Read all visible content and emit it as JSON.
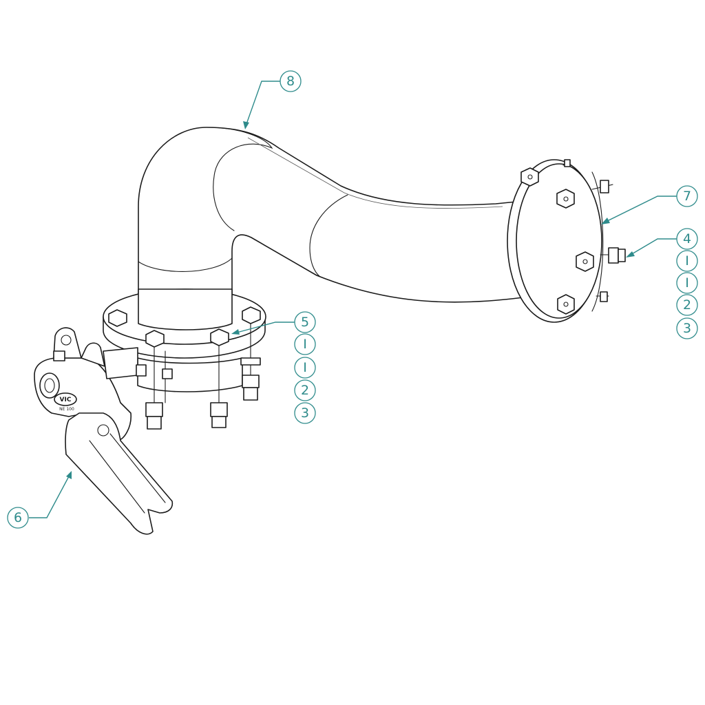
{
  "diagram": {
    "callouts": {
      "part_8": "8",
      "part_7": "7",
      "part_4_stack": [
        "4",
        "I",
        "I",
        "2",
        "3"
      ],
      "part_5_stack": [
        "5",
        "I",
        "I",
        "2",
        "3"
      ],
      "part_6": "6"
    },
    "clamp_logo": {
      "brand": "VIC",
      "model": "NE 100"
    },
    "colors": {
      "callout": "#2e8b8b",
      "line": "#1a1a1a",
      "background": "#ffffff"
    }
  }
}
